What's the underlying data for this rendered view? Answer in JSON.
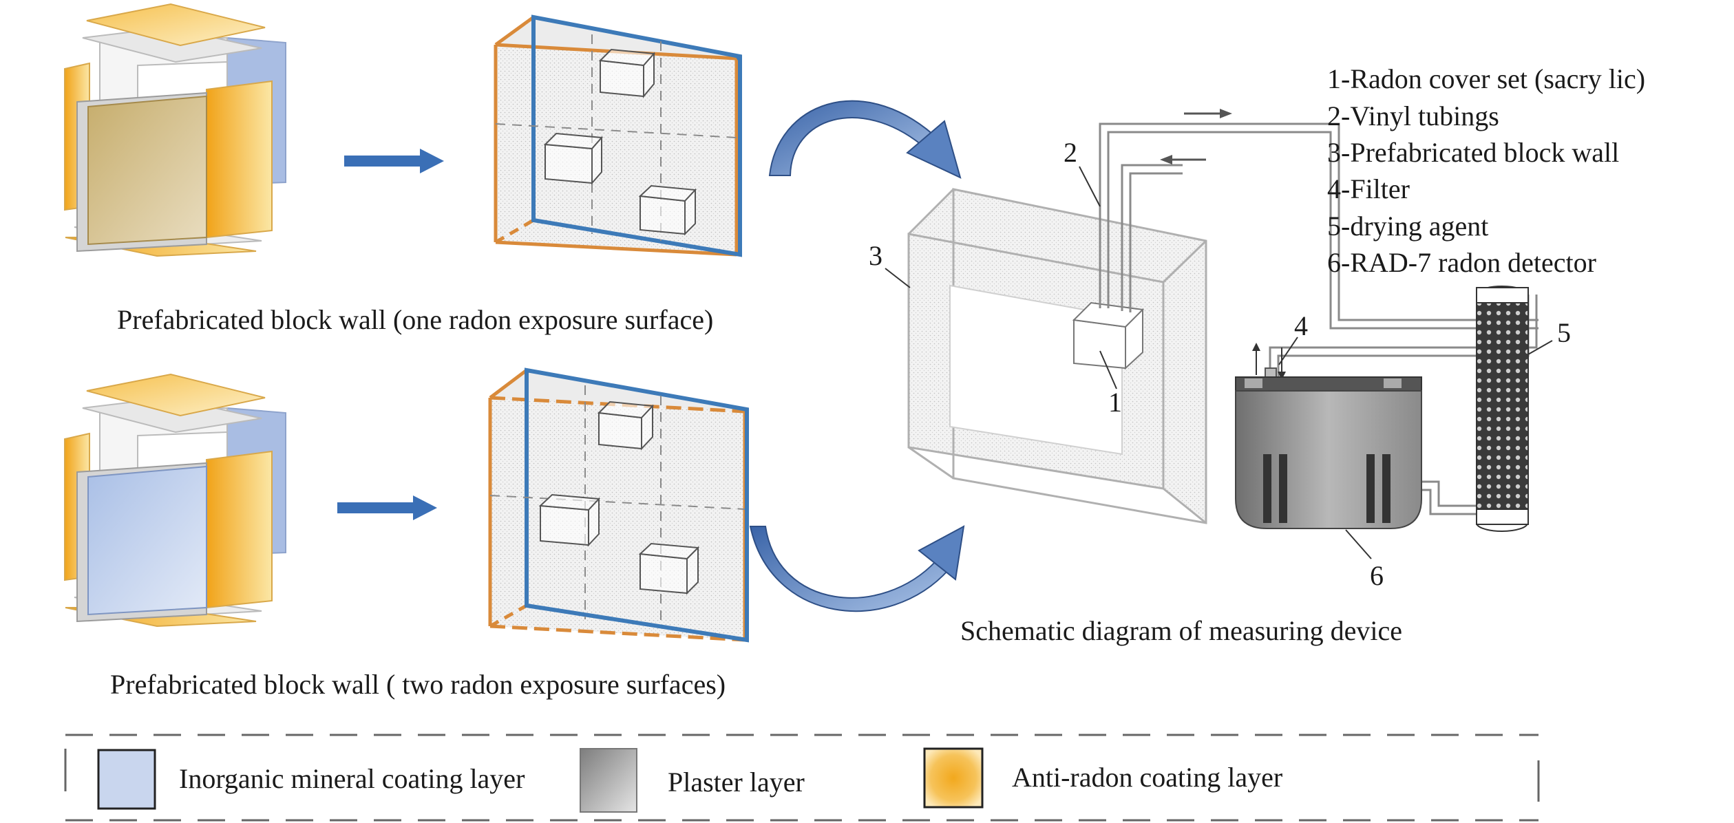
{
  "captions": {
    "one_surface": "Prefabricated block wall (one radon exposure surface)",
    "two_surfaces": "Prefabricated block wall ( two radon exposure surfaces)",
    "device": "Schematic diagram of measuring device"
  },
  "device_legend": [
    "1-Radon cover set (sacry lic)",
    "2-Vinyl tubings",
    "3-Prefabricated block wall",
    "4-Filter",
    "5-drying agent",
    "6-RAD-7 radon detector"
  ],
  "part_numbers": [
    "1",
    "2",
    "3",
    "4",
    "5",
    "6"
  ],
  "layer_legend": [
    {
      "label": "Inorganic mineral coating layer",
      "color": "#c9d6ee"
    },
    {
      "label": "Plaster layer",
      "color": "#9a9a9a"
    },
    {
      "label": "Anti-radon coating layer",
      "color": "#f2a81d"
    }
  ],
  "colors": {
    "arrow_blue": "#3a6fb6",
    "frame_blue": "#3d7ab8",
    "frame_orange": "#d98a3a",
    "wall_gray": "#bdbdbd"
  }
}
